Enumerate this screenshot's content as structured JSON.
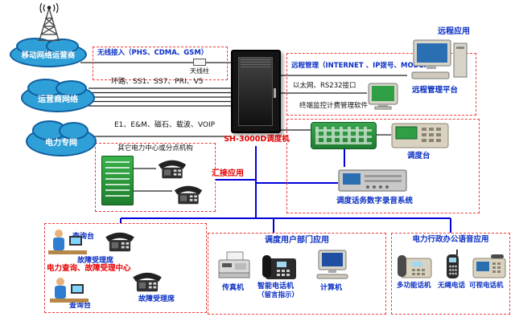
{
  "colors": {
    "zone_border_red": "#f43b3b",
    "label_blue": "#0a2fc4",
    "label_red": "#e60000",
    "line_blue": "#0000dd",
    "line_black": "#222222",
    "cloud_fill": "#2f9fd8",
    "cabinet_green": "#2e9e44"
  },
  "clouds": {
    "mobile": "移动网络运营商",
    "carrier": "运营商网络",
    "power": "电力专网"
  },
  "rack": {
    "label": "SH-3000D调度机"
  },
  "links": {
    "wireless": "无线接入（PHS、CDMA、GSM）",
    "antenna_device": "天线柱",
    "trunk": "环路、SS1、SS7、PRI、V5",
    "analog": "E1、E&M、磁石、载波、VOIP",
    "remote": "远程管理（INTERNET 、IP拨号、MODEM）",
    "ethernet": "以太网、RS232接口"
  },
  "remote_zone": {
    "app": "远程应用",
    "platform": "远程管理平台",
    "terminal": "终端监控计费管理软件"
  },
  "console_zone": {
    "console": "调度台",
    "recorder": "调度话务数字录音系统"
  },
  "tandem_zone": {
    "title": "其它电力中心或分点机构",
    "app": "汇接应用"
  },
  "inquiry_zone": {
    "title": "电力查询、故障受理中心",
    "desk": "查询台",
    "seat": "故障受理席"
  },
  "dept_zone": {
    "title": "调度用户部门应用",
    "fax": "传真机",
    "smart_phone": "智能电话机",
    "smart_phone_note": "（留言指示）",
    "computer": "计算机"
  },
  "office_zone": {
    "title": "电力行政办公语音应用",
    "multi_phone": "多功能话机",
    "cordless_phone": "无绳电话",
    "video_phone": "可视电话机"
  }
}
